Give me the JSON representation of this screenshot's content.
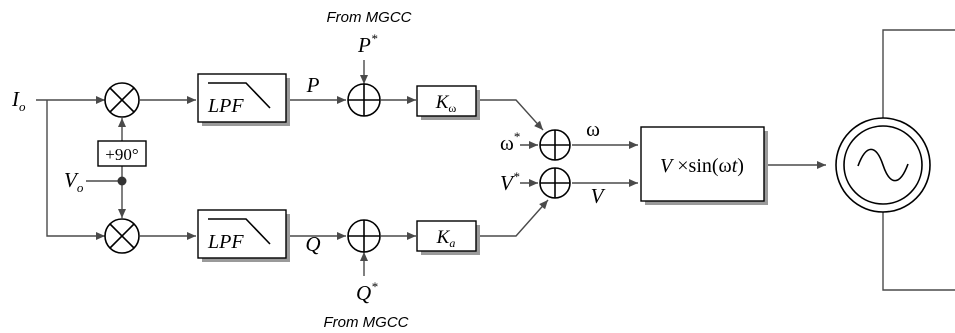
{
  "source_label": "From MGCC",
  "input_io": {
    "base": "I",
    "sub": "o"
  },
  "input_vo": {
    "base": "V",
    "sub": "o"
  },
  "phase_shift": "+90°",
  "lpf": "LPF",
  "signal_p": "P",
  "signal_q": "Q",
  "p_ref": {
    "base": "P",
    "sup": "*"
  },
  "q_ref": {
    "base": "Q",
    "sup": "*"
  },
  "gain_omega": {
    "base": "K",
    "sub": "ω"
  },
  "gain_a": {
    "base": "K",
    "sub": "a"
  },
  "omega_ref": {
    "base": "ω",
    "sup": "*"
  },
  "v_ref": {
    "base": "V",
    "sup": "*"
  },
  "signal_omega": "ω",
  "signal_v": "V",
  "sine_block": {
    "prefix": "V",
    "mid": " ×sin(ω",
    "t": "t",
    "suffix": ")"
  },
  "colors": {
    "line": "#4a4a4a",
    "block_shadow": "#9a9a9a"
  }
}
